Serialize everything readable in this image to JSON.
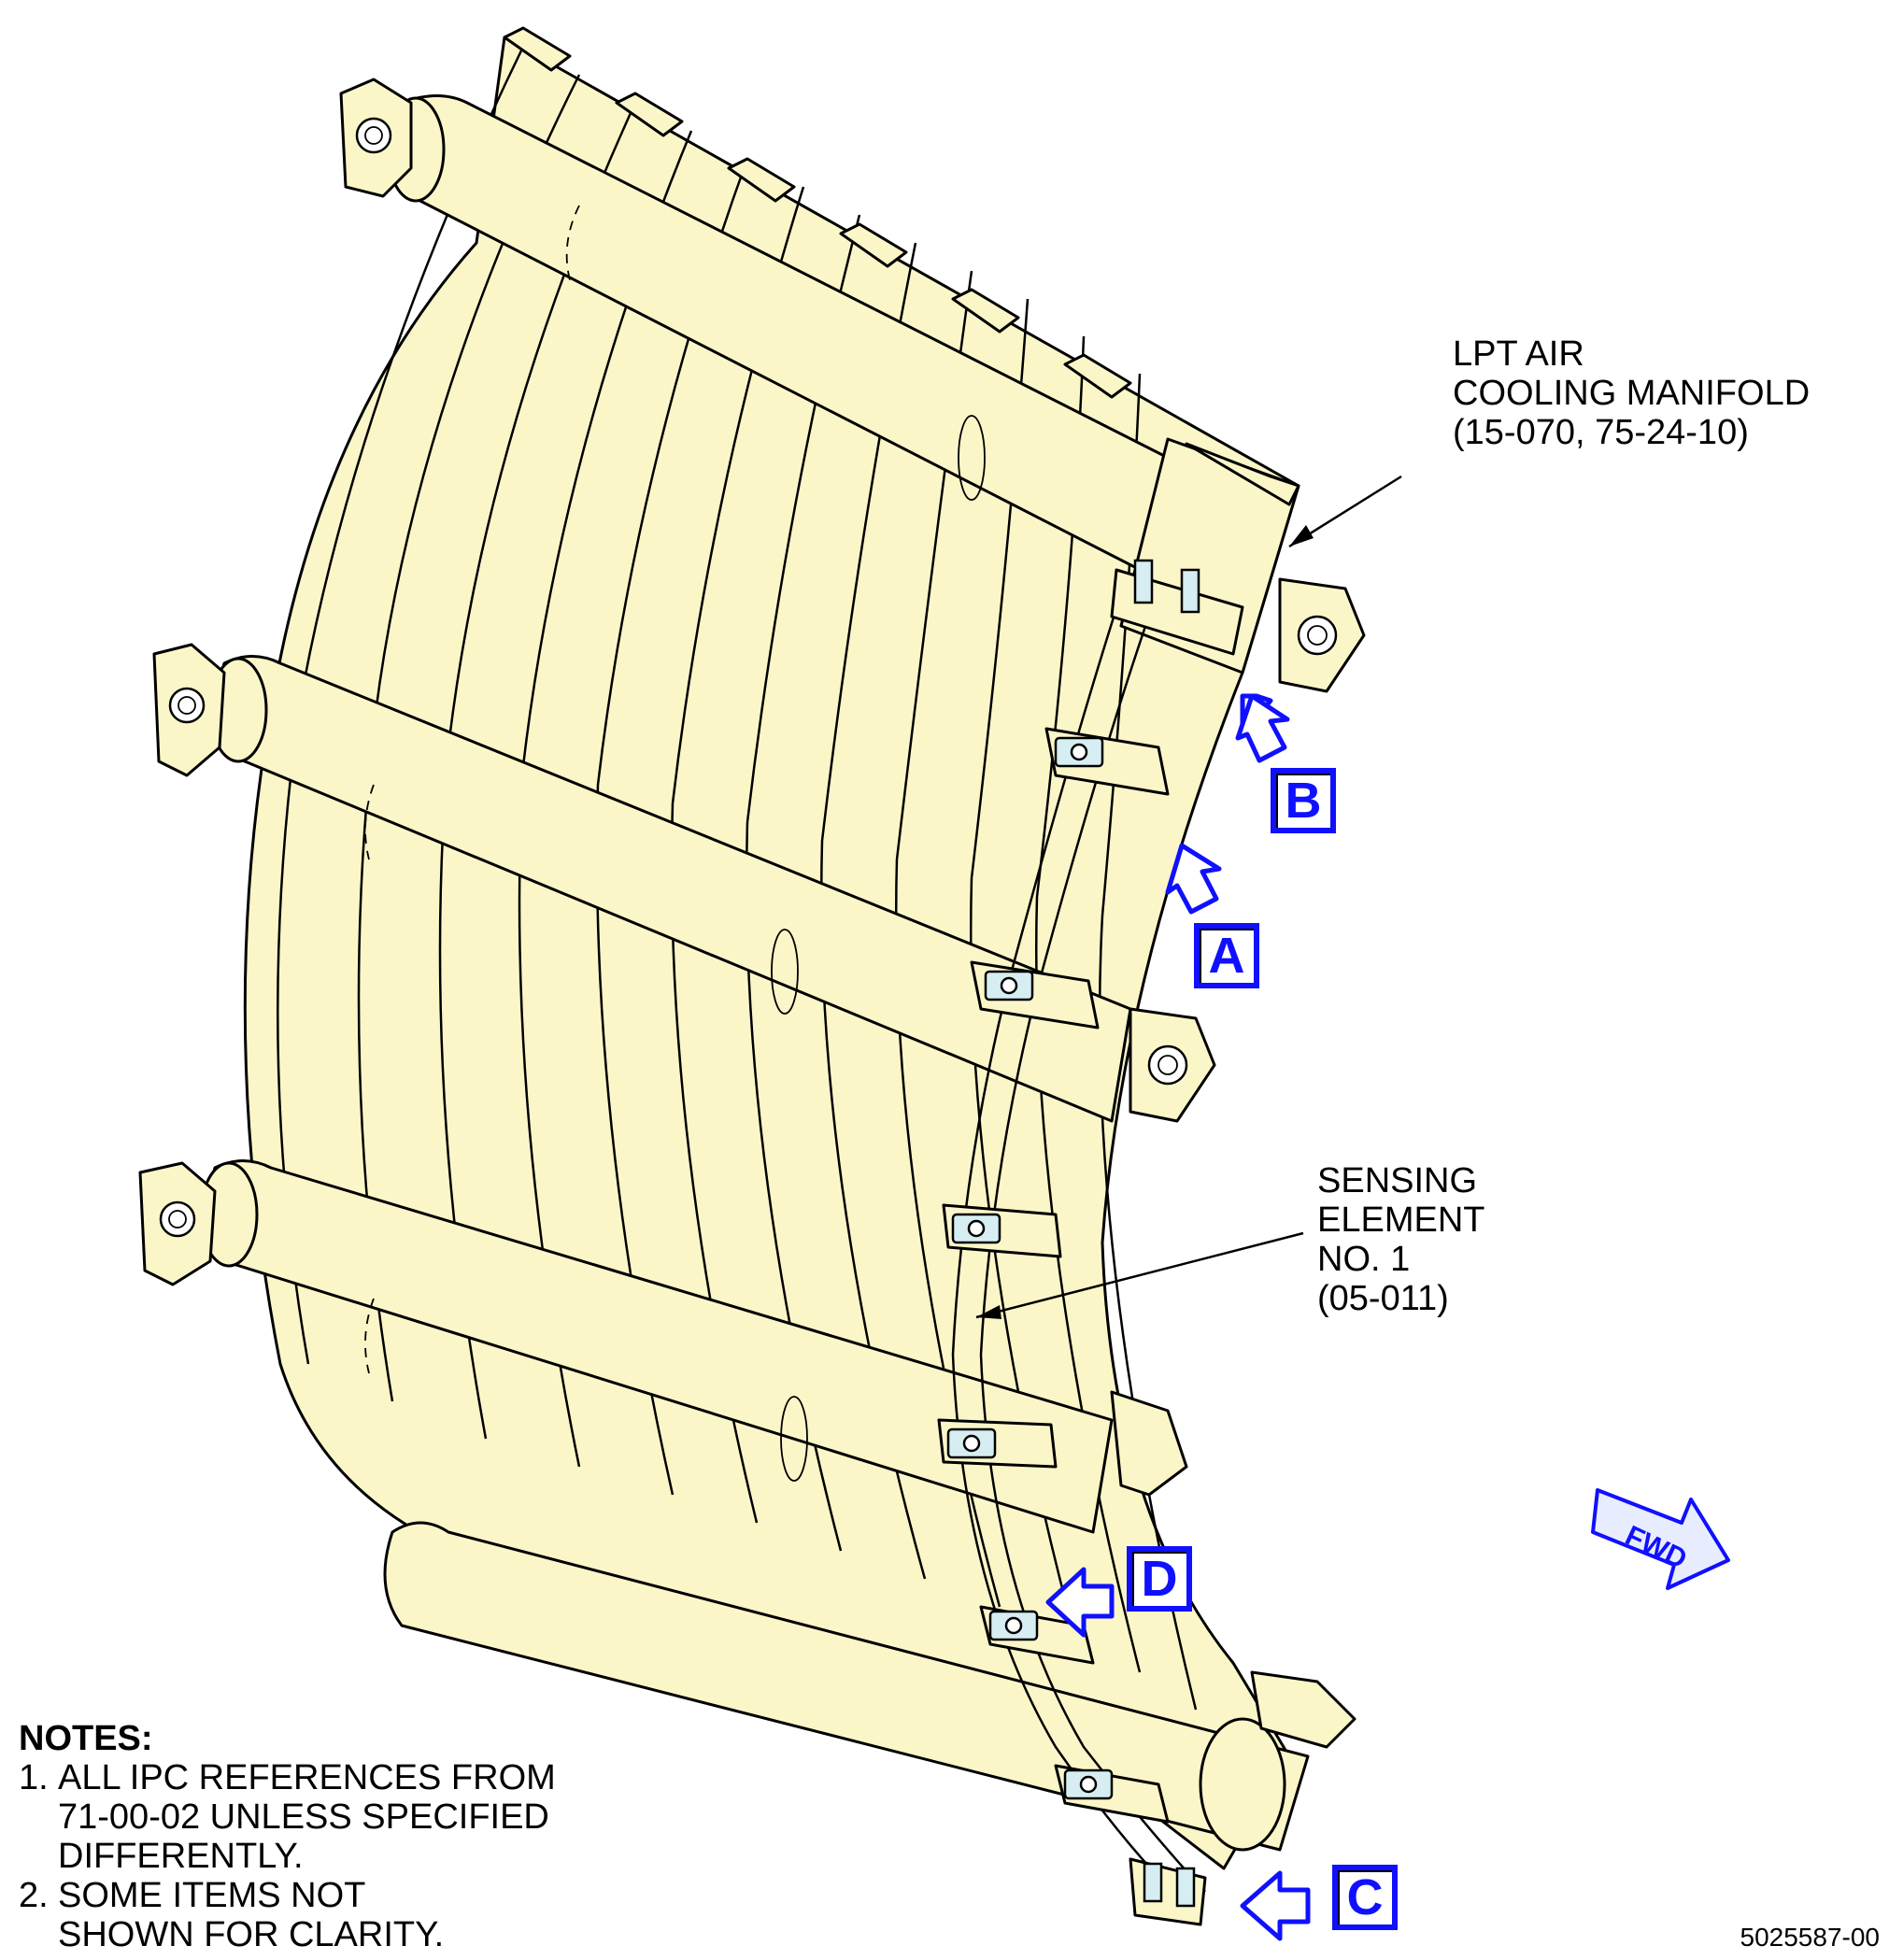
{
  "callouts": {
    "manifold": "LPT AIR\nCOOLING MANIFOLD\n(15-070, 75-24-10)",
    "sensing": "SENSING\nELEMENT\nNO. 1\n(05-011)"
  },
  "view_labels": {
    "a": "A",
    "b": "B",
    "c": "C",
    "d": "D"
  },
  "fwd_label": "FWD",
  "notes": {
    "heading": "NOTES:",
    "items": [
      {
        "num": "1.",
        "text": "ALL IPC REFERENCES FROM\n71-00-02 UNLESS SPECIFIED\nDIFFERENTLY."
      },
      {
        "num": "2.",
        "text": "SOME ITEMS NOT\nSHOWN FOR CLARITY."
      }
    ]
  },
  "figure_number": "5025587-00",
  "colors": {
    "part_fill": "#fbf6c8",
    "outline": "#000000",
    "view_arrow": "#1010ff",
    "fwd_fill": "#e8ecff"
  }
}
